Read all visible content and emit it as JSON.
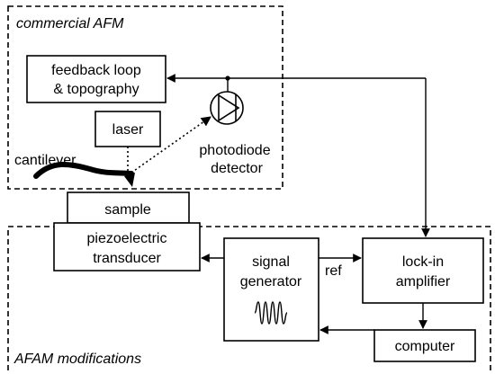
{
  "regions": {
    "commercial": "commercial AFM",
    "modifications": "AFAM modifications"
  },
  "blocks": {
    "feedback": [
      "feedback loop",
      "& topography"
    ],
    "laser": "laser",
    "sample": "sample",
    "piezo": [
      "piezoelectric",
      "transducer"
    ],
    "signal_generator": [
      "signal",
      "generator"
    ],
    "lockin": [
      "lock-in",
      "amplifier"
    ],
    "computer": "computer"
  },
  "labels": {
    "cantilever": "cantilever",
    "photodiode": [
      "photodiode",
      "detector"
    ],
    "ref": "ref"
  }
}
